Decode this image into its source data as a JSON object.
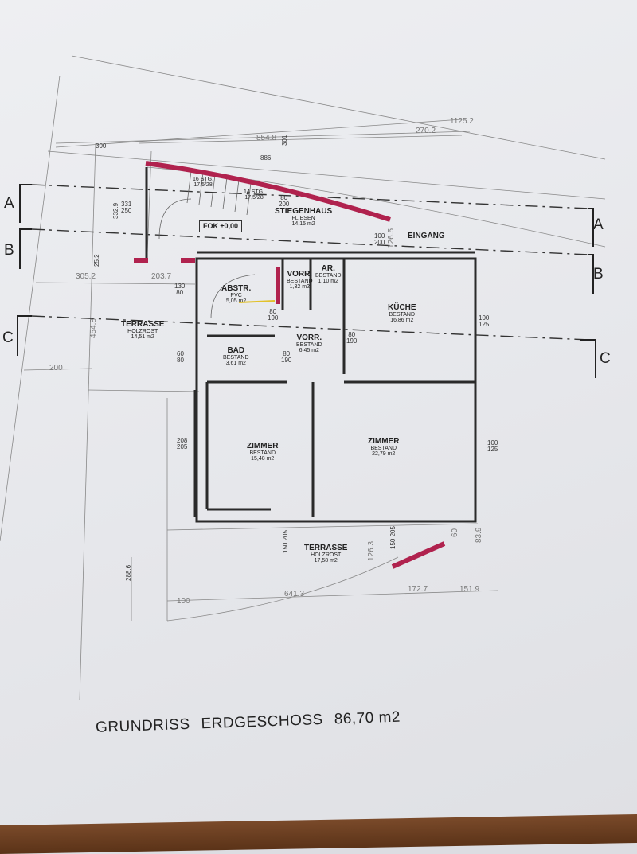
{
  "title": {
    "label": "GRUNDRISS",
    "floor": "ERDGESCHOSS",
    "area": "86,70 m2"
  },
  "sections": [
    "A",
    "B",
    "C"
  ],
  "rooms": [
    {
      "name": "STIEGENHAUS",
      "finish": "FLIESEN",
      "area": "14,15 m2"
    },
    {
      "name": "ABSTR.",
      "finish": "PVC",
      "area": "5,05 m2"
    },
    {
      "name": "VORR.",
      "finish": "BESTAND",
      "area": "1,32 m2"
    },
    {
      "name": "AR.",
      "finish": "BESTAND",
      "area": "1,10 m2"
    },
    {
      "name": "KÜCHE",
      "finish": "BESTAND",
      "area": "16,86 m2"
    },
    {
      "name": "TERRASSE",
      "finish": "HOLZROST",
      "area": "14,51 m2"
    },
    {
      "name": "BAD",
      "finish": "BESTAND",
      "area": "3,61 m2"
    },
    {
      "name": "VORR.",
      "finish": "BESTAND",
      "area": "6,45 m2"
    },
    {
      "name": "ZIMMER",
      "finish": "BESTAND",
      "area": "15,48 m2"
    },
    {
      "name": "ZIMMER",
      "finish": "BESTAND",
      "area": "22,79 m2"
    },
    {
      "name": "TERRASSE",
      "finish": "HOLZROST",
      "area": "17,58 m2"
    }
  ],
  "labels": {
    "entrance": "EINGANG",
    "fok": "FOK ±0,00",
    "stairs1": "16 STG.",
    "stairs1_ratio": "17,5/28",
    "stairs2": "14 STG.",
    "stairs2_ratio": "17,5/28"
  },
  "dimensions": {
    "top_1125": "1125.2",
    "top_854": "854.8",
    "top_270": "270.2",
    "top_886": "886",
    "top_301": "301",
    "top_300": "300",
    "left_331": "331",
    "left_250": "250",
    "left_3329": "332.9",
    "left_252": "25.2",
    "left_3052": "305.2",
    "left_2037": "203.7",
    "left_4548": "454.8",
    "left_200": "200",
    "left_208": "208",
    "left_205": "205",
    "left_2886": "288.6",
    "door_80": "80",
    "door_190": "190",
    "door_200": "200",
    "door_100": "100",
    "door_130": "130",
    "door_60": "60",
    "dim_1265": "126.5",
    "win_100": "100",
    "win_125": "125",
    "win_150": "150",
    "bot_100": "100",
    "bot_6413": "641.3",
    "bot_1727": "172.7",
    "bot_1519": "151.9",
    "bot_1263": "126.3",
    "bot_60": "60",
    "bot_839": "83.9"
  },
  "colors": {
    "wall": "#2a2a2a",
    "new_wall": "#b0224e",
    "paper": "#eceef1"
  }
}
